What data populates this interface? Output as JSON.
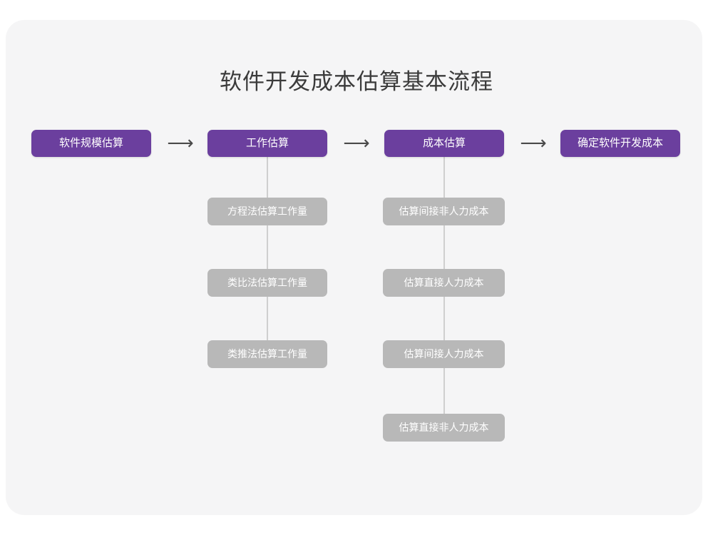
{
  "page": {
    "title": "软件开发成本估算基本流程",
    "background_color": "#ffffff",
    "card_color": "#f5f5f6",
    "accent_color": "#6b3f9e",
    "sub_color": "#b8b8b8",
    "connector_color": "#cfcfcf",
    "title_color": "#3b3b3b"
  },
  "chart_data": {
    "type": "diagram",
    "title": "软件开发成本估算基本流程",
    "orientation": "left-to-right",
    "stages": [
      {
        "label": "软件规模估算",
        "substeps": []
      },
      {
        "label": "工作估算",
        "substeps": [
          "方程法估算工作量",
          "类比法估算工作量",
          "类推法估算工作量"
        ]
      },
      {
        "label": "成本估算",
        "substeps": [
          "估算间接非人力成本",
          "估算直接人力成本",
          "估算间接人力成本",
          "估算直接非人力成本"
        ]
      },
      {
        "label": "确定软件开发成本",
        "substeps": []
      }
    ],
    "connectors": [
      {
        "from": "软件规模估算",
        "to": "工作估算",
        "glyph": "⟶"
      },
      {
        "from": "工作估算",
        "to": "成本估算",
        "glyph": "⟶"
      },
      {
        "from": "成本估算",
        "to": "确定软件开发成本",
        "glyph": "⟶"
      }
    ]
  },
  "flow": {
    "stages": [
      {
        "label": "软件规模估算"
      },
      {
        "label": "工作估算"
      },
      {
        "label": "成本估算"
      },
      {
        "label": "确定软件开发成本"
      }
    ],
    "arrows": [
      {
        "glyph": "⟶"
      },
      {
        "glyph": "⟶"
      },
      {
        "glyph": "⟶"
      }
    ],
    "work_substeps": [
      {
        "label": "方程法估算工作量"
      },
      {
        "label": "类比法估算工作量"
      },
      {
        "label": "类推法估算工作量"
      }
    ],
    "cost_substeps": [
      {
        "label": "估算间接非人力成本"
      },
      {
        "label": "估算直接人力成本"
      },
      {
        "label": "估算间接人力成本"
      },
      {
        "label": "估算直接非人力成本"
      }
    ]
  }
}
